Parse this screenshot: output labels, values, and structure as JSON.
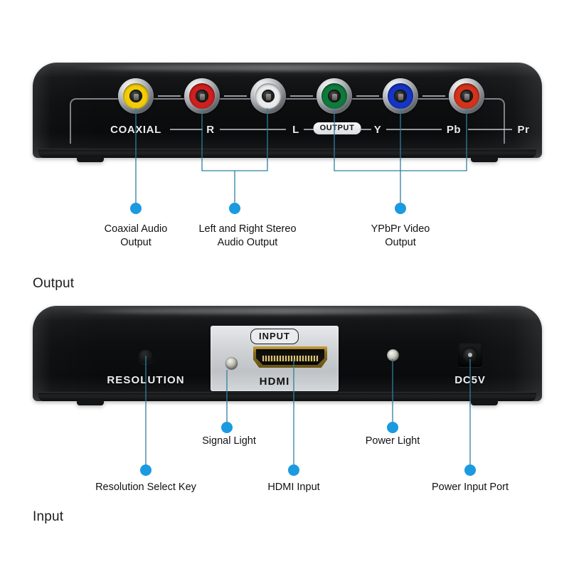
{
  "sections": {
    "output_caption": "Output",
    "input_caption": "Input"
  },
  "colors": {
    "callout_accent": "#1b9ae0",
    "leader_line": "#2f7f9e",
    "chassis": "#0d0e0f",
    "plate_silver": "#cfd2d5",
    "hdmi_gold": "#c9a33a"
  },
  "output_panel": {
    "bracket_badge": "OUTPUT",
    "ports": [
      {
        "name": "coaxial-port",
        "label": "COAXIAL",
        "color": "#f2cc0b",
        "color_name": "yellow"
      },
      {
        "name": "audio-r-port",
        "label": "R",
        "color": "#cf1f1f",
        "color_name": "red"
      },
      {
        "name": "audio-l-port",
        "label": "L",
        "color": "#e9eaec",
        "color_name": "white"
      },
      {
        "name": "video-y-port",
        "label": "Y",
        "color": "#0f7a3c",
        "color_name": "green"
      },
      {
        "name": "video-pb-port",
        "label": "Pb",
        "color": "#1535c4",
        "color_name": "blue"
      },
      {
        "name": "video-pr-port",
        "label": "Pr",
        "color": "#d4331a",
        "color_name": "red"
      }
    ],
    "callouts": [
      {
        "name": "callout-coaxial-audio-output",
        "text": "Coaxial Audio\nOutput"
      },
      {
        "name": "callout-stereo-audio-output",
        "text": "Left and Right Stereo\nAudio Output"
      },
      {
        "name": "callout-ypbpr-video-output",
        "text": "YPbPr Video\nOutput"
      }
    ]
  },
  "input_panel": {
    "resolution_label": "RESOLUTION",
    "input_badge": "INPUT",
    "hdmi_label": "HDMI",
    "dc_label": "DC5V",
    "callouts": [
      {
        "name": "callout-signal-light",
        "text": "Signal Light"
      },
      {
        "name": "callout-power-light",
        "text": "Power Light"
      },
      {
        "name": "callout-resolution-select",
        "text": "Resolution Select Key"
      },
      {
        "name": "callout-hdmi-input",
        "text": "HDMI Input"
      },
      {
        "name": "callout-power-input-port",
        "text": "Power Input Port"
      }
    ]
  }
}
